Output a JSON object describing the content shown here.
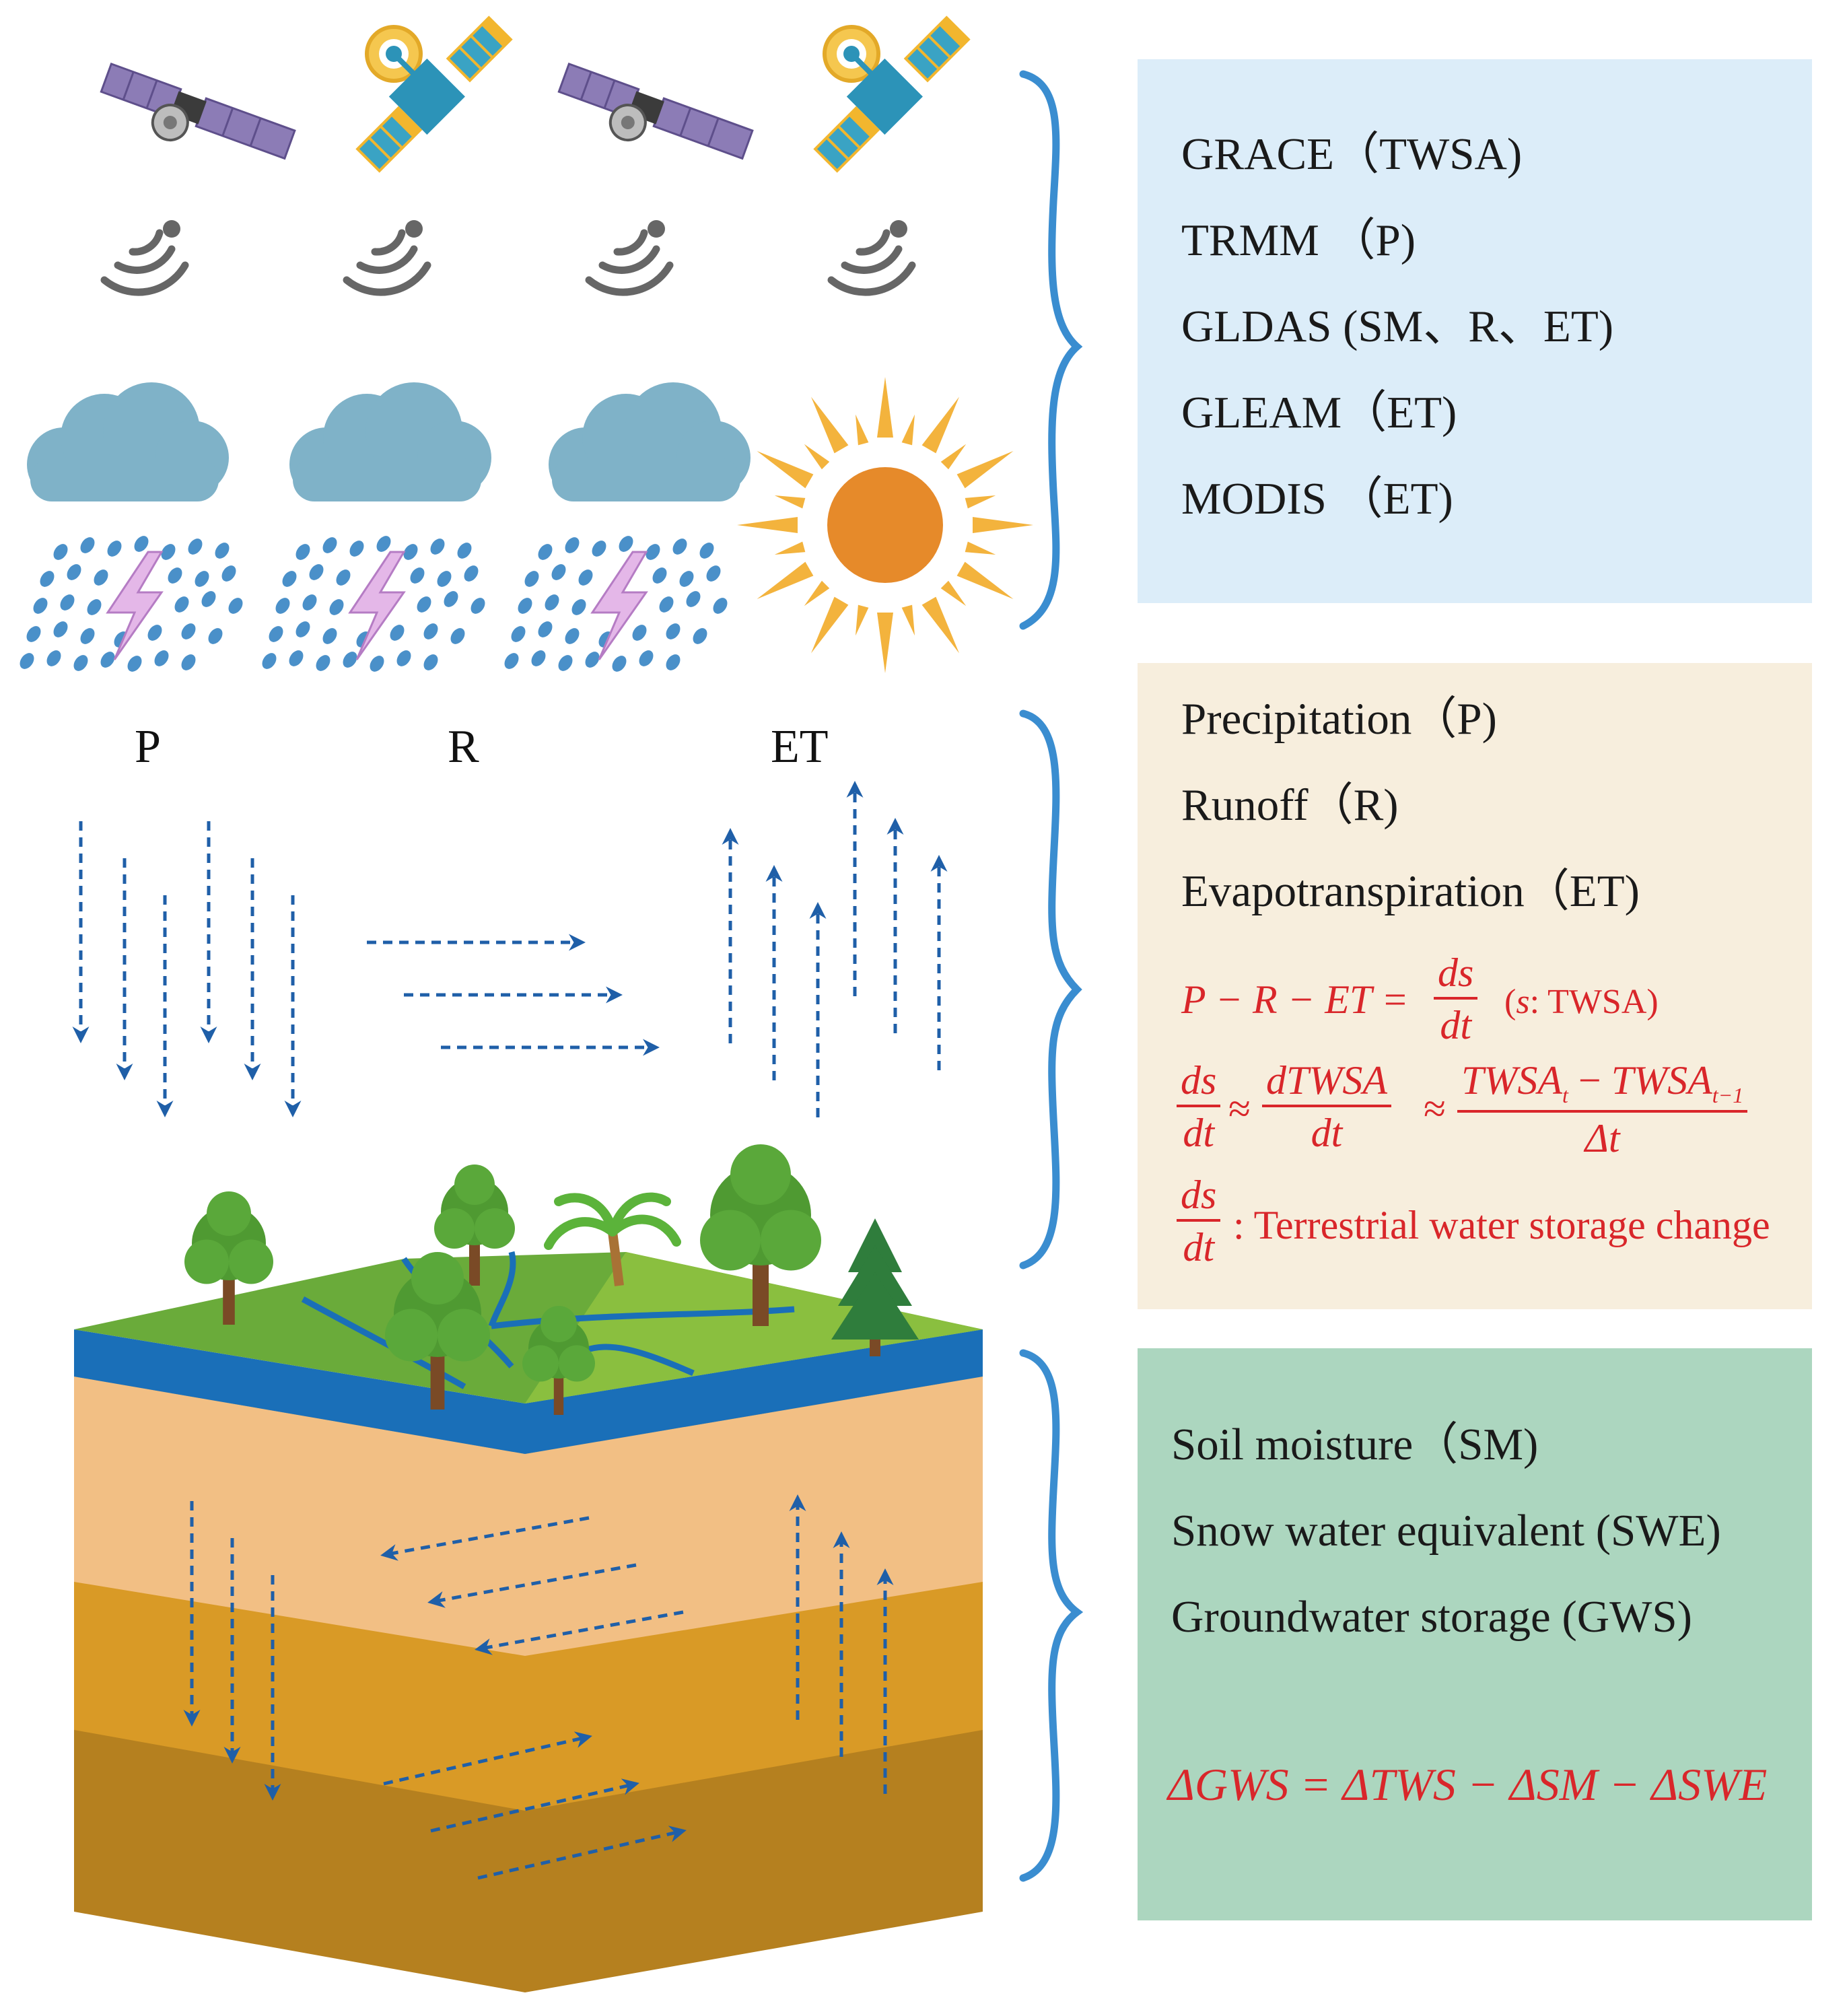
{
  "flow_labels": {
    "p": "P",
    "r": "R",
    "et": "ET"
  },
  "datasets": [
    "GRACE（TWSA)",
    "TRMM （P)",
    "GLDAS (SM、R、ET)",
    "GLEAM（ET)",
    "MODIS （ET)"
  ],
  "fluxes": [
    "Precipitation（P)",
    "Runoff（R)",
    "Evapotranspiration（ET)"
  ],
  "equation1": {
    "lhs": "P − R − ET =",
    "num": "ds",
    "den": "dt",
    "note_open": "(",
    "note_s": "s",
    "note_rest": ": TWSA)"
  },
  "equation2": {
    "a_num": "ds",
    "a_den": "dt",
    "approx": "≈",
    "b_num": "dTWSA",
    "b_den": "dt",
    "c_num": "TWSA_t − TWSA_t−1",
    "c_num_main1": "TWSA",
    "c_num_sub1": "t",
    "c_num_minus": " − ",
    "c_num_main2": "TWSA",
    "c_num_sub2": "t−1",
    "c_den": "Δt"
  },
  "equation3": {
    "num": "ds",
    "den": "dt",
    "text": ": Terrestrial water storage change"
  },
  "storages": [
    "Soil moisture（SM)",
    "Snow water equivalent (SWE)",
    "Groundwater storage (GWS)"
  ],
  "equation4": "ΔGWS = ΔTWS − ΔSM − ΔSWE",
  "colors": {
    "brace": "#3a8dd0",
    "arrow": "#1f5fa8",
    "cloud": "#7fb2c8",
    "sun": "#e68a2a",
    "sun_ray": "#f3b33d",
    "rain": "#4a90c9",
    "grass": "#6aab3a",
    "water_band": "#1a6fb8",
    "soil1": "#f2bf84",
    "soil2": "#d99a26",
    "soil3": "#b5801f",
    "equation_red": "#d9262a"
  },
  "icons": [
    "satellite-icon",
    "communication-satellite-icon",
    "signal-icon",
    "cloud-icon",
    "rain-icon",
    "lightning-icon",
    "sun-icon",
    "tree-icon",
    "palm-tree-icon",
    "pine-tree-icon"
  ]
}
